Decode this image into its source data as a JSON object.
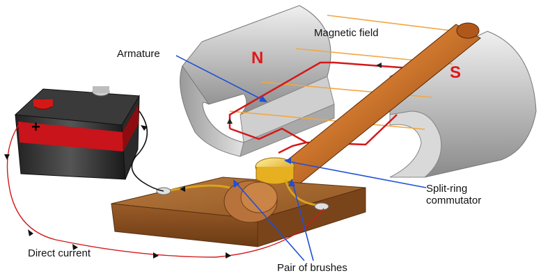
{
  "labels": {
    "armature": "Armature",
    "magnetic_field": "Magnetic field",
    "commutator": "Split-ring commutator",
    "direct_current": "Direct current",
    "brushes": "Pair of brushes"
  },
  "poles": {
    "north": "N",
    "south": "S"
  },
  "battery": {
    "positive_symbol": "+"
  },
  "colors": {
    "pole_label": "#e01818",
    "pointer_line": "#1f4fd6",
    "field_line": "#f3a640",
    "coil_wire": "#d41818",
    "axle": "#a24a12",
    "base_block": "#a8622a",
    "magnet": "#c9c9c9"
  }
}
